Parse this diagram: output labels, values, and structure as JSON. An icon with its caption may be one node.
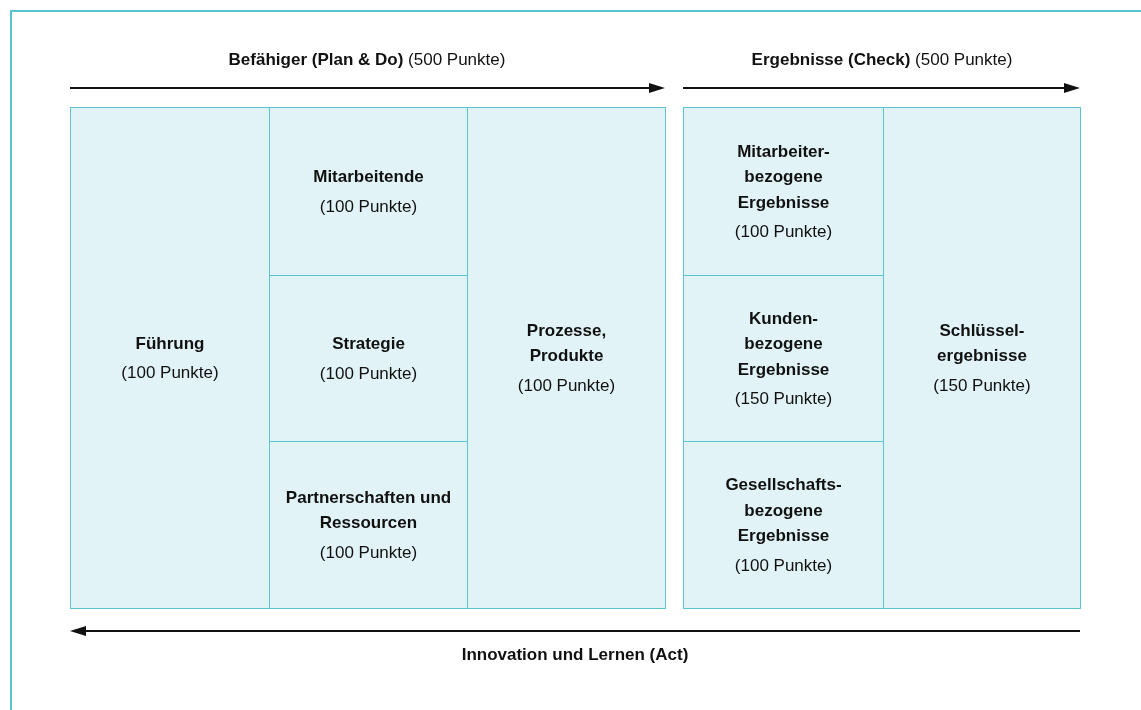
{
  "diagram": {
    "nodes": [
      {
        "text": [
          "Führung",
          "(100 Punkte)"
        ]
      },
      {
        "text": [
          "Mitarbeitende",
          "(100 Punkte)"
        ]
      },
      {
        "text": [
          "Strategie",
          "(100 Punkte)"
        ]
      },
      {
        "text": [
          "Partnerschaften und Ressourcen",
          "(100 Punkte)"
        ]
      },
      {
        "text": [
          "Prozesse, Produkte",
          "(100 Punkte)"
        ]
      },
      {
        "text": [
          "Mitarbeiter- bezogene Ergebnisse",
          "(100 Punkte)"
        ]
      },
      {
        "text": [
          "Kunden- bezogene Ergebnisse",
          "(150 Punkte)"
        ]
      },
      {
        "text": [
          "Gesellschafts- bezogene Ergebnisse",
          "(100 Punkte)"
        ]
      },
      {
        "text": [
          "Schlüssel- ergebnisse",
          "(150 Punkte)"
        ]
      }
    ],
    "edges": [],
    "labels": [
      "**Befähiger (Plan & Do)** (500 Punkte)",
      "**Ergebnisse (Check)** (500 Punkte)",
      "Innovation und Lernen (Act)"
    ]
  }
}
